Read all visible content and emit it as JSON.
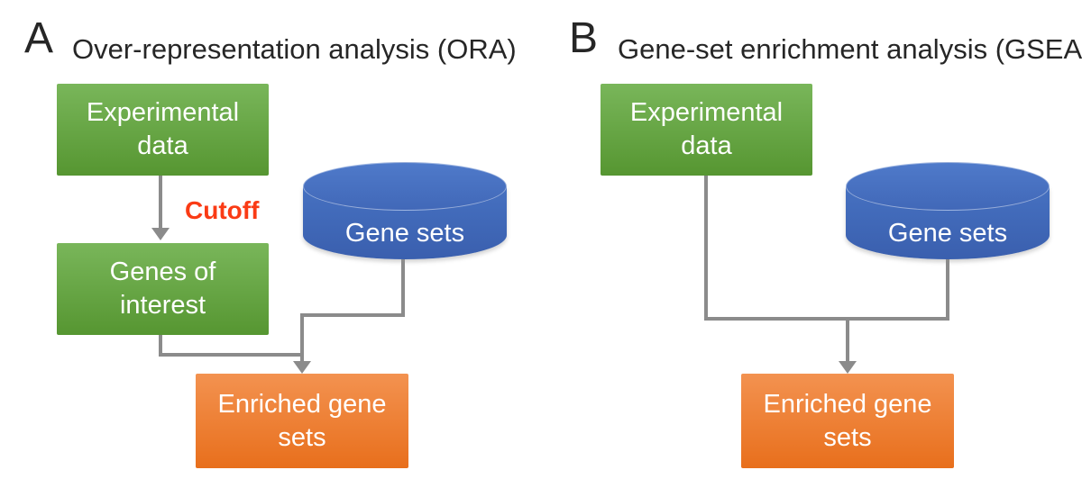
{
  "colors": {
    "background": "#ffffff",
    "green_top": "#79b65a",
    "green_bottom": "#569631",
    "blue_top_ellipse": "#4f7aca",
    "blue_body_top": "#4671c1",
    "blue_body_bottom": "#3a5fae",
    "orange_top": "#f39250",
    "orange_bottom": "#e86f1c",
    "connector_gray": "#8b8b8b",
    "cutoff_red": "#fa3b15",
    "title_text": "#262626",
    "box_text": "#ffffff"
  },
  "panel_a": {
    "letter": "A",
    "title": "Over-representation analysis (ORA)",
    "box_experimental": {
      "label": "Experimental data",
      "lines": [
        "Experimental",
        "data"
      ]
    },
    "cutoff_label": "Cutoff",
    "box_genes": {
      "label": "Genes of interest",
      "lines": [
        "Genes of",
        "interest"
      ]
    },
    "cylinder_label": "Gene sets",
    "box_enriched": {
      "label": "Enriched gene sets",
      "lines": [
        "Enriched gene",
        "sets"
      ]
    }
  },
  "panel_b": {
    "letter": "B",
    "title": "Gene-set enrichment analysis (GSEA)",
    "box_experimental": {
      "label": "Experimental data",
      "lines": [
        "Experimental",
        "data"
      ]
    },
    "cylinder_label": "Gene sets",
    "box_enriched": {
      "label": "Enriched gene sets",
      "lines": [
        "Enriched gene",
        "sets"
      ]
    }
  }
}
